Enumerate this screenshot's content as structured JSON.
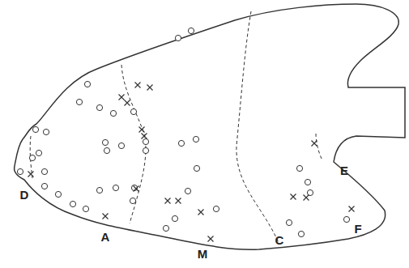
{
  "diagram": {
    "labels": [
      "D",
      "A",
      "M",
      "C",
      "E",
      "F"
    ]
  }
}
